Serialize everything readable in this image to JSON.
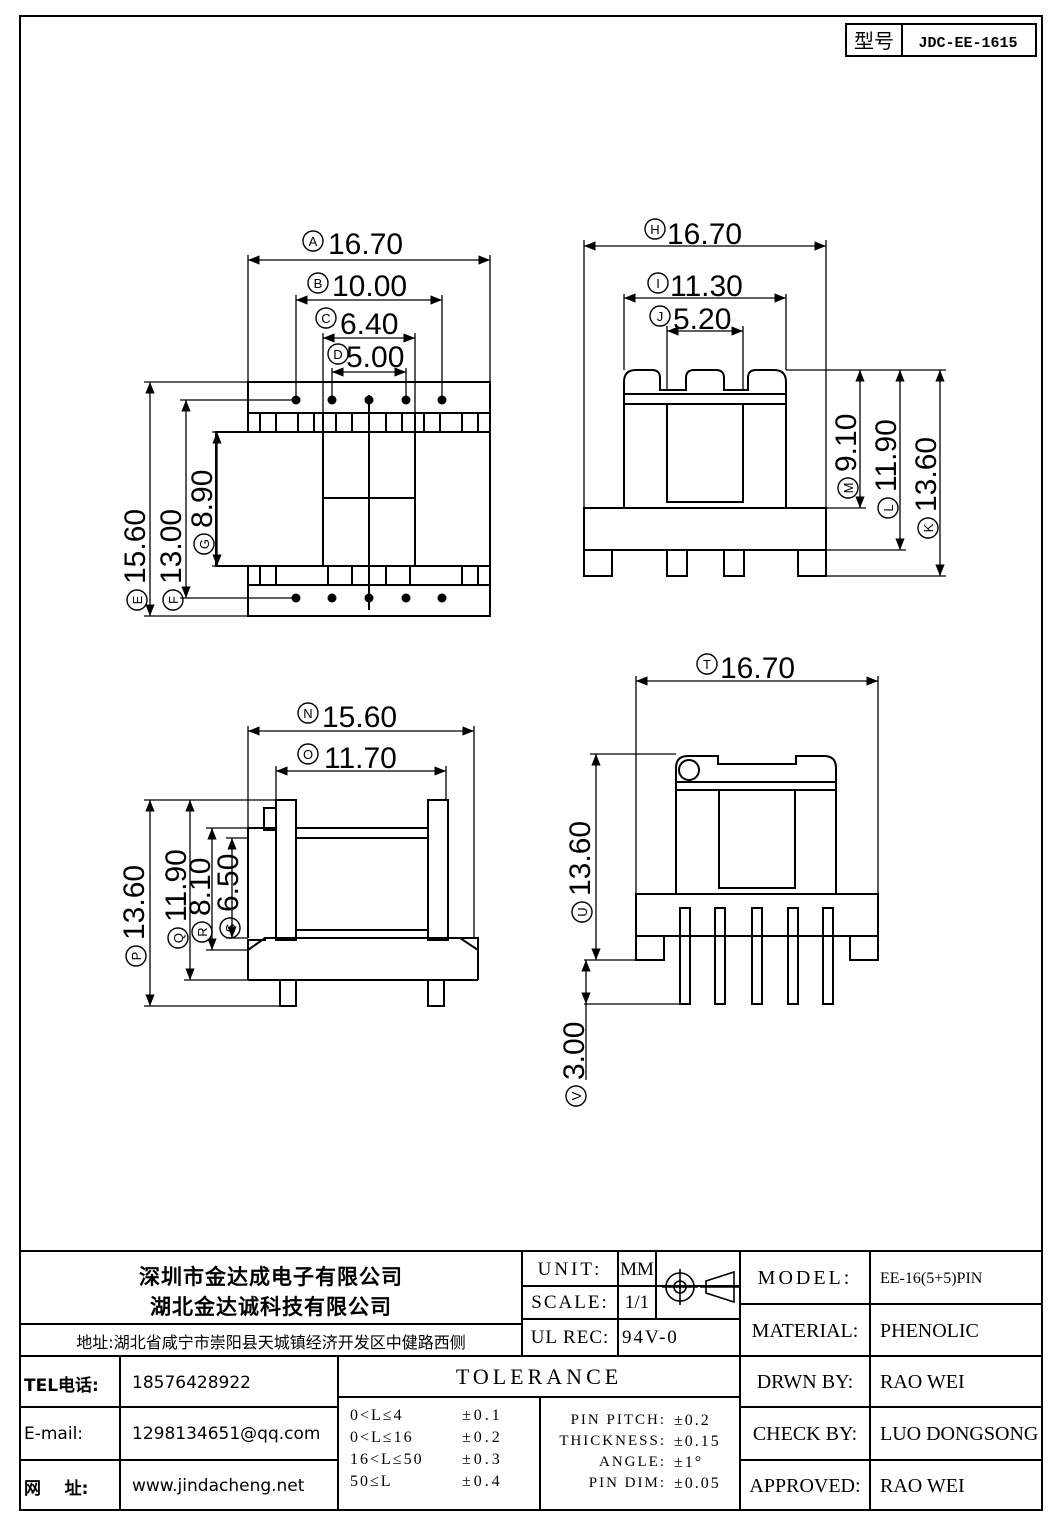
{
  "model_box": {
    "label": "型号",
    "value": "JDC-EE-1615"
  },
  "views": {
    "top": {
      "A": {
        "letter": "A",
        "value": "16.70"
      },
      "B": {
        "letter": "B",
        "value": "10.00"
      },
      "C": {
        "letter": "C",
        "value": "6.40"
      },
      "D": {
        "letter": "D",
        "value": "5.00"
      },
      "E": {
        "letter": "E",
        "value": "15.60"
      },
      "F": {
        "letter": "F",
        "value": "13.00"
      },
      "G": {
        "letter": "G",
        "value": "8.90"
      }
    },
    "front": {
      "H": {
        "letter": "H",
        "value": "16.70"
      },
      "I": {
        "letter": "I",
        "value": "11.30"
      },
      "J": {
        "letter": "J",
        "value": "5.20"
      },
      "M": {
        "letter": "M",
        "value": "9.10"
      },
      "L": {
        "letter": "L",
        "value": "11.90"
      },
      "K": {
        "letter": "K",
        "value": "13.60"
      }
    },
    "side": {
      "N": {
        "letter": "N",
        "value": "15.60"
      },
      "O": {
        "letter": "O",
        "value": "11.70"
      },
      "P": {
        "letter": "P",
        "value": "13.60"
      },
      "Q": {
        "letter": "Q",
        "value": "11.90"
      },
      "R": {
        "letter": "R",
        "value": "8.10"
      },
      "S": {
        "letter": "S",
        "value": "6.50"
      }
    },
    "pin": {
      "T": {
        "letter": "T",
        "value": "16.70"
      },
      "U": {
        "letter": "U",
        "value": "13.60"
      },
      "V": {
        "letter": "V",
        "value": "3.00"
      }
    }
  },
  "title_block": {
    "company_line1": "深圳市金达成电子有限公司",
    "company_line2": "湖北金达诚科技有限公司",
    "address": "地址:湖北省咸宁市崇阳县天城镇经济开发区中健路西侧",
    "tel_label": "TEL电话:",
    "tel_value": "18576428922",
    "email_label": "E-mail:",
    "email_value": "1298134651@qq.com",
    "web_label": "网    址:",
    "web_value": "www.jindacheng.net",
    "unit_label": "UNIT:",
    "unit_value": "MM",
    "scale_label": "SCALE:",
    "scale_value": "1/1",
    "ulrec_label": "UL REC:",
    "ulrec_value": "94V-0",
    "tolerance_title": "TOLERANCE",
    "tolerances": [
      {
        "range": "0<L≤4",
        "tol": "±0.1"
      },
      {
        "range": "0<L≤16",
        "tol": "±0.2"
      },
      {
        "range": "16<L≤50",
        "tol": "±0.3"
      },
      {
        "range": "50≤L",
        "tol": "±0.4"
      }
    ],
    "pin_specs": [
      {
        "label": "PIN PITCH:",
        "tol": "±0.2"
      },
      {
        "label": "THICKNESS:",
        "tol": "±0.15"
      },
      {
        "label": "ANGLE:",
        "tol": "±1°"
      },
      {
        "label": "PIN DIM:",
        "tol": "±0.05"
      }
    ],
    "model_label": "MODEL:",
    "model_value": "EE-16(5+5)PIN",
    "material_label": "MATERIAL:",
    "material_value": "PHENOLIC",
    "drawn_label": "DRWN BY:",
    "drawn_value": "RAO WEI",
    "check_label": "CHECK BY:",
    "check_value": "LUO DONGSONG",
    "approved_label": "APPROVED:",
    "approved_value": "RAO WEI"
  }
}
